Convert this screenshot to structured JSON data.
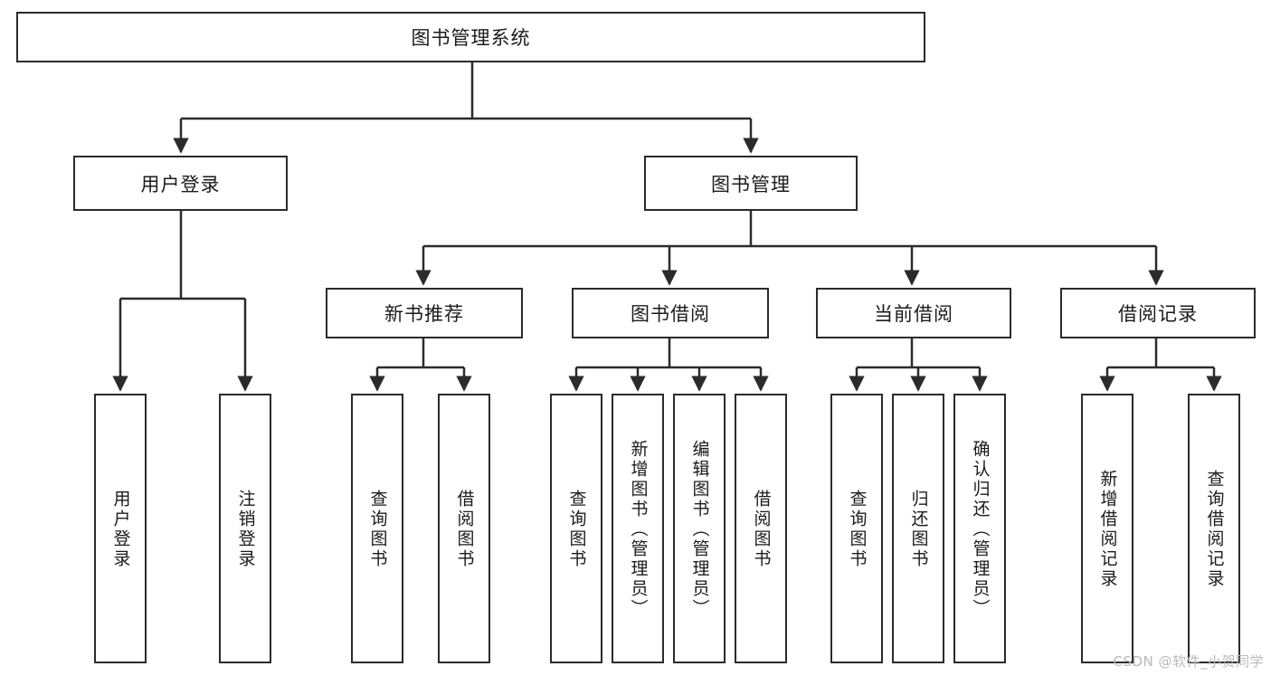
{
  "diagram": {
    "type": "tree",
    "title": "图书管理系统",
    "watermark": "CSDN @软件_小贺同学",
    "colors": {
      "stroke": "#2b2b2b",
      "fill": "#ffffff",
      "text": "#1b1b1b",
      "watermark": "#b9b9b9"
    },
    "root": {
      "label": "图书管理系统"
    },
    "level2": [
      {
        "label": "用户登录"
      },
      {
        "label": "图书管理"
      }
    ],
    "level3": [
      {
        "label": "新书推荐"
      },
      {
        "label": "图书借阅"
      },
      {
        "label": "当前借阅"
      },
      {
        "label": "借阅记录"
      }
    ],
    "leaves": {
      "user_login": [
        {
          "label": "用户登录"
        },
        {
          "label": "注销登录"
        }
      ],
      "new_book_recommend": [
        {
          "label": "查询图书"
        },
        {
          "label": "借阅图书"
        }
      ],
      "book_borrow": [
        {
          "label": "查询图书"
        },
        {
          "label": "新增图书（管理员）"
        },
        {
          "label": "编辑图书（管理员）"
        },
        {
          "label": "借阅图书"
        }
      ],
      "current_borrow": [
        {
          "label": "查询图书"
        },
        {
          "label": "归还图书"
        },
        {
          "label": "确认归还（管理员）"
        }
      ],
      "borrow_record": [
        {
          "label": "新增借阅记录"
        },
        {
          "label": "查询借阅记录"
        }
      ]
    }
  }
}
